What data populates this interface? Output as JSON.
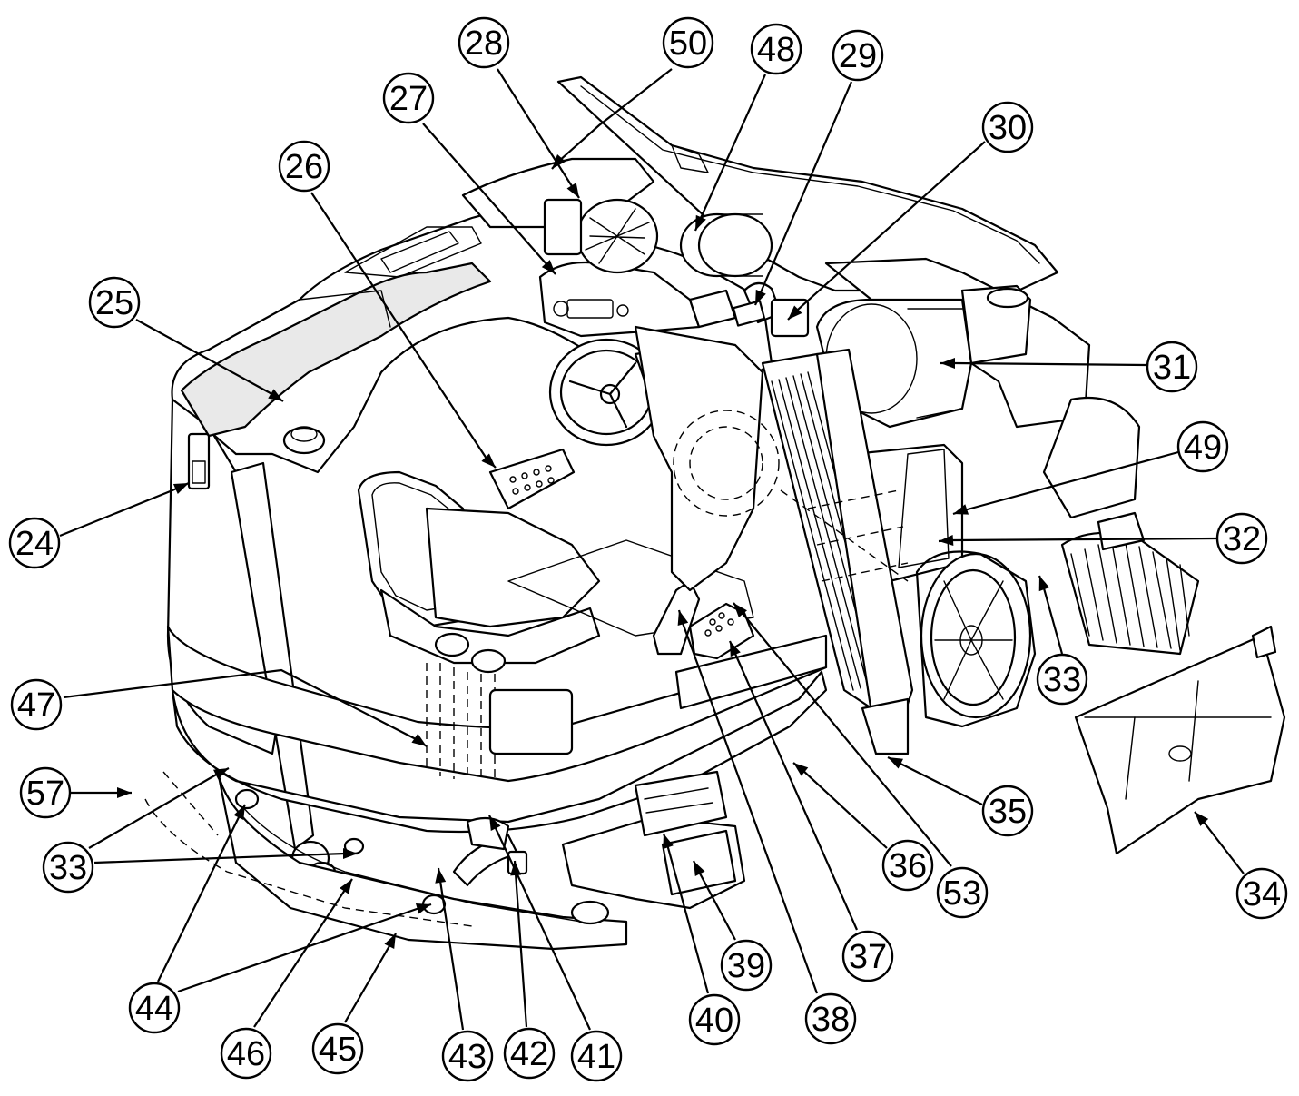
{
  "figure": {
    "callouts": [
      {
        "label": "24"
      },
      {
        "label": "25"
      },
      {
        "label": "26"
      },
      {
        "label": "27"
      },
      {
        "label": "28"
      },
      {
        "label": "50"
      },
      {
        "label": "48"
      },
      {
        "label": "29"
      },
      {
        "label": "30"
      },
      {
        "label": "31"
      },
      {
        "label": "49"
      },
      {
        "label": "32"
      },
      {
        "label": "33"
      },
      {
        "label": "34"
      },
      {
        "label": "35"
      },
      {
        "label": "36"
      },
      {
        "label": "53"
      },
      {
        "label": "37"
      },
      {
        "label": "38"
      },
      {
        "label": "39"
      },
      {
        "label": "40"
      },
      {
        "label": "41"
      },
      {
        "label": "42"
      },
      {
        "label": "43"
      },
      {
        "label": "45"
      },
      {
        "label": "46"
      },
      {
        "label": "44"
      },
      {
        "label": "33"
      },
      {
        "label": "57"
      },
      {
        "label": "47"
      }
    ]
  }
}
